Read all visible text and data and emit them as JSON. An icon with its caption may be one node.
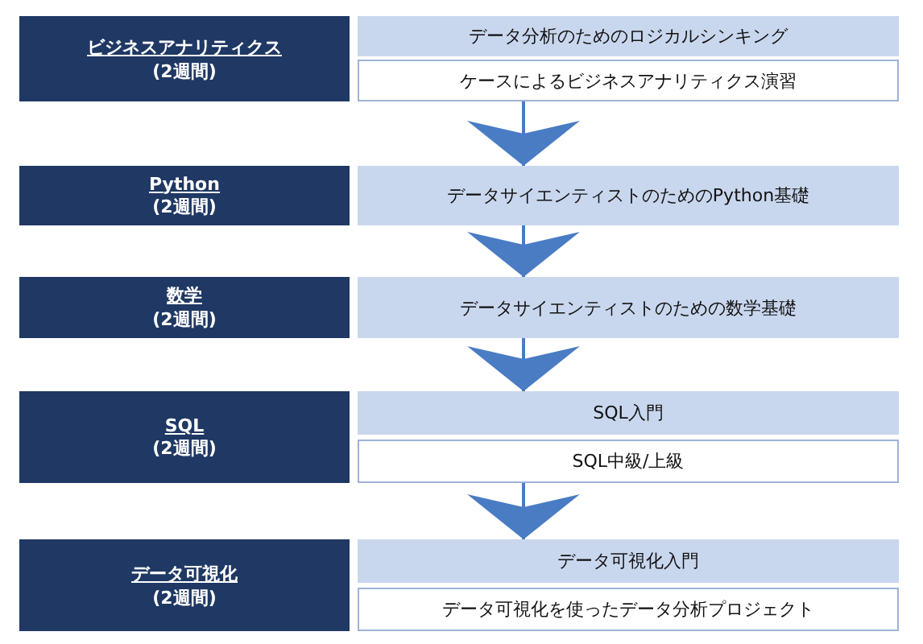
{
  "diagram": {
    "nodes": [
      {
        "text": [
          "ビジネスアナリティクス",
          "(2週間)"
        ]
      },
      {
        "text": [
          "データ分析のためのロジカルシンキング"
        ]
      },
      {
        "text": [
          "ケースによるビジネスアナリティクス演習"
        ]
      },
      {
        "text": [
          "Python",
          "(2週間)"
        ]
      },
      {
        "text": [
          "データサイエンティストのためのPython基礎"
        ]
      },
      {
        "text": [
          "数学",
          "(2週間)"
        ]
      },
      {
        "text": [
          "データサイエンティストのための数学基礎"
        ]
      },
      {
        "text": [
          "SQL",
          "(2週間)"
        ]
      },
      {
        "text": [
          "SQL入門"
        ]
      },
      {
        "text": [
          "SQL中級/上級"
        ]
      },
      {
        "text": [
          "データ可視化",
          "(2週間)"
        ]
      },
      {
        "text": [
          "データ可視化入門"
        ]
      },
      {
        "text": [
          "データ可視化を使ったデータ分析プロジェクト"
        ]
      }
    ],
    "edges": [
      {
        "from": 2,
        "to": 4,
        "arrow": "to"
      },
      {
        "from": 4,
        "to": 6,
        "arrow": "to"
      },
      {
        "from": 6,
        "to": 8,
        "arrow": "to"
      },
      {
        "from": 9,
        "to": 11,
        "arrow": "to"
      }
    ]
  }
}
